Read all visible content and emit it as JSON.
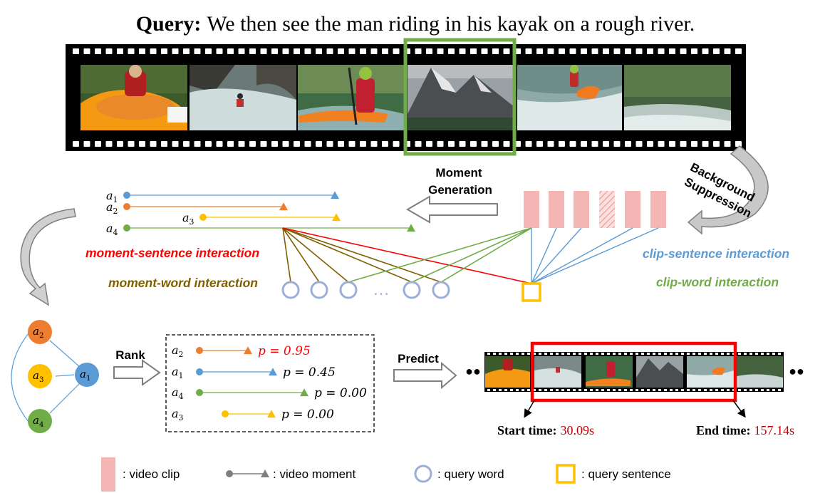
{
  "query": {
    "label": "Query:",
    "text": "We then see the man riding in his kayak on a rough river."
  },
  "labels": {
    "moment_generation_1": "Moment",
    "moment_generation_2": "Generation",
    "background_suppression_1": "Background",
    "background_suppression_2": "Suppression",
    "moment_sentence": "moment-sentence interaction",
    "moment_word": "moment-word interaction",
    "clip_sentence": "clip-sentence interaction",
    "clip_word": "clip-word interaction",
    "rank": "Rank",
    "predict": "Predict",
    "word_ellipsis": "…",
    "seq_dots": "●●"
  },
  "moments": [
    {
      "base": "a",
      "sub": "1"
    },
    {
      "base": "a",
      "sub": "2"
    },
    {
      "base": "a",
      "sub": "3"
    },
    {
      "base": "a",
      "sub": "4"
    }
  ],
  "graph_nodes": [
    {
      "base": "a",
      "sub": "2"
    },
    {
      "base": "a",
      "sub": "3"
    },
    {
      "base": "a",
      "sub": "1"
    },
    {
      "base": "a",
      "sub": "4"
    }
  ],
  "ranking": [
    {
      "base": "a",
      "sub": "2",
      "p_text": "p = 0.95",
      "p": 0.95
    },
    {
      "base": "a",
      "sub": "1",
      "p_text": "p = 0.45",
      "p": 0.45
    },
    {
      "base": "a",
      "sub": "4",
      "p_text": "p = 0.00",
      "p": 0.0
    },
    {
      "base": "a",
      "sub": "3",
      "p_text": "p = 0.00",
      "p": 0.0
    }
  ],
  "prediction": {
    "start_label": "Start time:",
    "start_value": "30.09s",
    "end_label": "End time:",
    "end_value": "157.14s"
  },
  "legend": {
    "clip": ": video clip",
    "moment": ": video moment",
    "word": ": query word",
    "sentence": ": query sentence"
  },
  "colors": {
    "blue": "#5b9bd5",
    "orange": "#ed7d31",
    "yellow": "#ffc000",
    "green": "#70ad47",
    "red": "#ff0000",
    "brown": "#7f6000",
    "clip_pink": "#f4b6b4",
    "word_circle": "#9daed8",
    "dark_red": "#c00000"
  }
}
